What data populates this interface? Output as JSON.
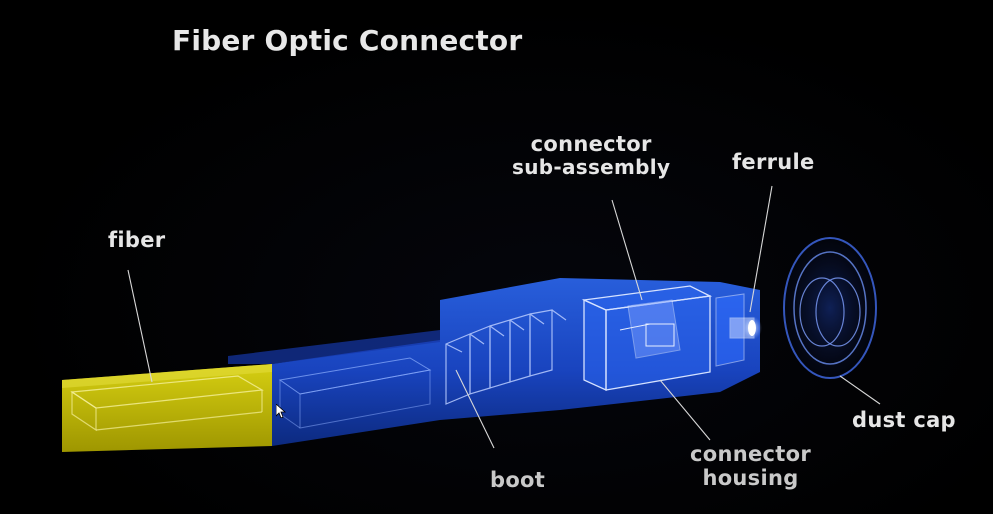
{
  "title": "Fiber Optic Connector",
  "labels": {
    "fiber": "fiber",
    "sub_assembly_line1": "connector",
    "sub_assembly_line2": "sub-assembly",
    "ferrule": "ferrule",
    "boot": "boot",
    "housing_line1": "connector",
    "housing_line2": "housing",
    "dust_cap": "dust cap"
  },
  "colors": {
    "background": "#000000",
    "fiber_yellow": "#c9c200",
    "connector_blue": "#1f52d6",
    "label_text": "#e6e6e6"
  },
  "icons": {
    "cursor": "mouse-pointer-icon"
  }
}
